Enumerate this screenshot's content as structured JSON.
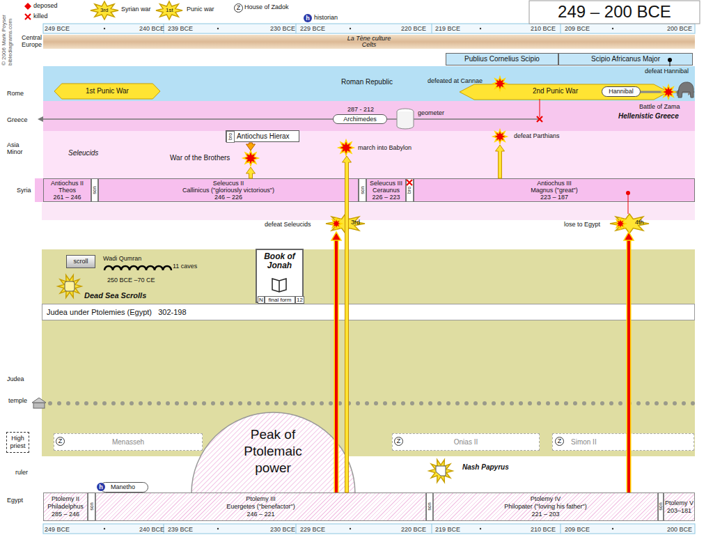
{
  "diagram": {
    "title": "249 – 200 BCE",
    "nodes": [
      {
        "text": [
          "La Tène culture",
          "Celts"
        ]
      },
      {
        "text": [
          "Publius Cornelius Scipio"
        ]
      },
      {
        "text": [
          "Scipio Africanus Major"
        ]
      },
      {
        "text": [
          "Roman Republic"
        ]
      },
      {
        "text": [
          "1st Punic War"
        ]
      },
      {
        "text": [
          "2nd Punic War"
        ]
      },
      {
        "text": [
          "Hannibal"
        ],
        "in": 5
      },
      {
        "text": [
          "Hellenistic Greece"
        ]
      },
      {
        "text": [
          "287 - 212",
          "Archimedes"
        ]
      },
      {
        "text": [
          "Seleucids"
        ]
      },
      {
        "text": [
          "Antiochus Hierax"
        ]
      },
      {
        "text": [
          "bro"
        ],
        "in": 10
      },
      {
        "text": [
          "Antiochus II",
          "Theos",
          "261 – 246"
        ]
      },
      {
        "text": [
          "son"
        ]
      },
      {
        "text": [
          "Seleucus II",
          "Callinicus (\"gloriously victorious\")",
          "246 – 226"
        ]
      },
      {
        "text": [
          "son"
        ]
      },
      {
        "text": [
          "Seleucus III",
          "Ceraunus",
          "226 – 223"
        ]
      },
      {
        "text": [
          "bro"
        ]
      },
      {
        "text": [
          "Antiochus III",
          "Magnus (\"great\")",
          "223 – 187"
        ]
      },
      {
        "text": [
          "3rd"
        ]
      },
      {
        "text": [
          "4th"
        ]
      },
      {
        "text": [
          "scroll"
        ]
      },
      {
        "text": [
          "Book of Jonah"
        ]
      },
      {
        "text": [
          "N"
        ],
        "in": 22
      },
      {
        "text": [
          "final form"
        ],
        "in": 22
      },
      {
        "text": [
          "12"
        ],
        "in": 22
      },
      {
        "text": [
          "Judea under Ptolemies (Egypt)   302-198"
        ]
      },
      {
        "text": [
          "High priest"
        ]
      },
      {
        "text": [
          "Menasseh"
        ]
      },
      {
        "text": [
          "Onias II"
        ]
      },
      {
        "text": [
          "Simon II"
        ]
      },
      {
        "text": [
          "Peak of Ptolemaic power"
        ]
      },
      {
        "text": [
          "Manetho"
        ]
      },
      {
        "text": [
          "Ptolemy II",
          "Philadelphus",
          "285 – 246"
        ]
      },
      {
        "text": [
          "son"
        ]
      },
      {
        "text": [
          "Ptolemy III",
          "Euergetes (\"benefactor\")",
          "246 – 221"
        ]
      },
      {
        "text": [
          "son"
        ]
      },
      {
        "text": [
          "Ptolemy IV",
          "Philopater (\"loving his father\")",
          "221 – 203"
        ]
      },
      {
        "text": [
          "son"
        ]
      },
      {
        "text": [
          "Ptolemy V",
          "203–181"
        ]
      }
    ],
    "edges": [
      {
        "from": 35,
        "to": 19,
        "arrow": "to"
      },
      {
        "from": 37,
        "to": 20,
        "arrow": "to"
      }
    ],
    "labels": [
      "© 2006 Mark Poyser",
      "biblediagrams.com",
      "3rd",
      "1st",
      "Z",
      "h",
      "249 BCE",
      "240 BCE",
      "239 BCE",
      "230 BCE",
      "229 BCE",
      "220 BCE",
      "219 BCE",
      "210 BCE",
      "209 BCE",
      "200 BCE",
      "Central Europe",
      "Rome",
      "Greece",
      "Asia Minor",
      "Syria",
      "defeated at Cannae",
      "defeat Hannibal",
      "Battle of Zama",
      "geometer",
      "War of the Brothers",
      "march into Babylon",
      "defeat Parthians",
      "defeat Seleucids",
      "lose to Egypt",
      "Wadi Qumran",
      "11 caves",
      "250 BCE –70 CE",
      "Dead Sea Scrolls",
      "Judea",
      "temple",
      "Z",
      "Z",
      "Z",
      "Nash Papyrus",
      "ruler",
      "h",
      "Egypt",
      "249 BCE",
      "240 BCE",
      "239 BCE",
      "230 BCE",
      "229 BCE",
      "220 BCE",
      "219 BCE",
      "210 BCE",
      "209 BCE",
      "200 BCE"
    ],
    "legend": [
      {
        "text": "deposed"
      },
      {
        "text": "killed"
      },
      {
        "text": "Syrian war"
      },
      {
        "text": "Punic war"
      },
      {
        "text": "House of Zadok"
      },
      {
        "text": "historian"
      }
    ]
  }
}
